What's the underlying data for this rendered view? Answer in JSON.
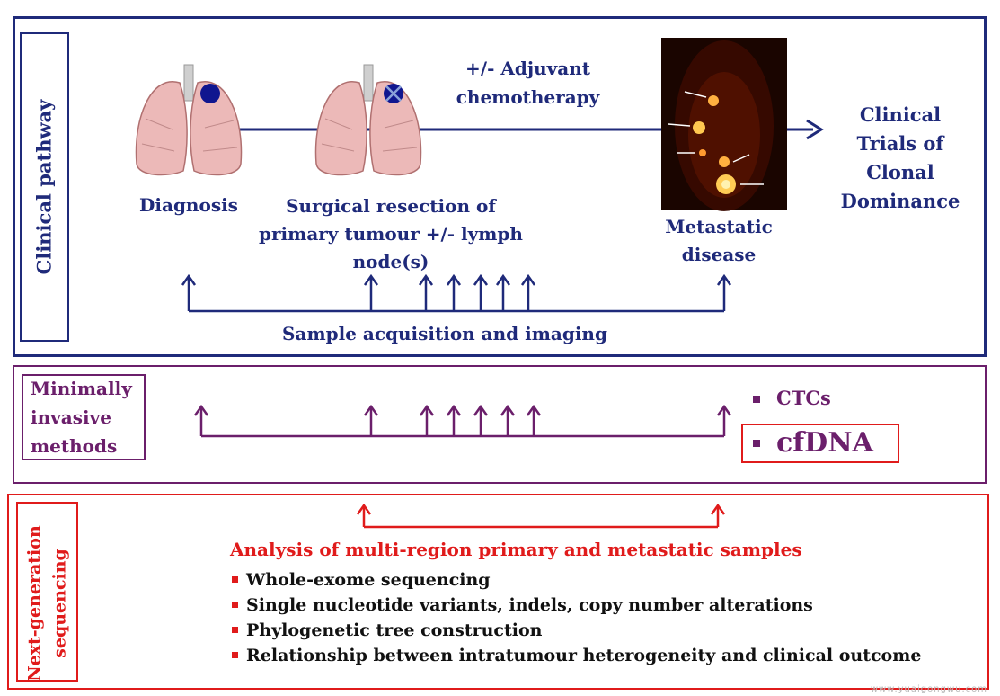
{
  "colors": {
    "navy": "#1f2a7a",
    "purple": "#6b1f6b",
    "red": "#e01b1b"
  },
  "clinical": {
    "side_label": "Clinical pathway",
    "adjuvant": "+/- Adjuvant chemotherapy",
    "diagnosis": "Diagnosis",
    "surgical": "Surgical resection of primary tumour +/- lymph node(s)",
    "metastatic": "Metastatic disease",
    "trials": "Clinical Trials of Clonal Dominance",
    "sample": "Sample acquisition and imaging",
    "icons": [
      "lung-tumour-icon",
      "lung-resected-icon",
      "pet-scan-image"
    ]
  },
  "minimal": {
    "side_label": "Minimally invasive methods",
    "ctcs": "CTCs",
    "cfdna": "cfDNA"
  },
  "ngs": {
    "side_label": "Next-generation sequencing",
    "heading": "Analysis of multi-region primary and metastatic samples",
    "bullets": [
      "Whole-exome sequencing",
      "Single nucleotide variants, indels, copy number alterations",
      "Phylogenetic tree construction",
      "Relationship between intratumour heterogeneity and clinical outcome"
    ]
  },
  "watermark": "www.yuaigongwu.com"
}
